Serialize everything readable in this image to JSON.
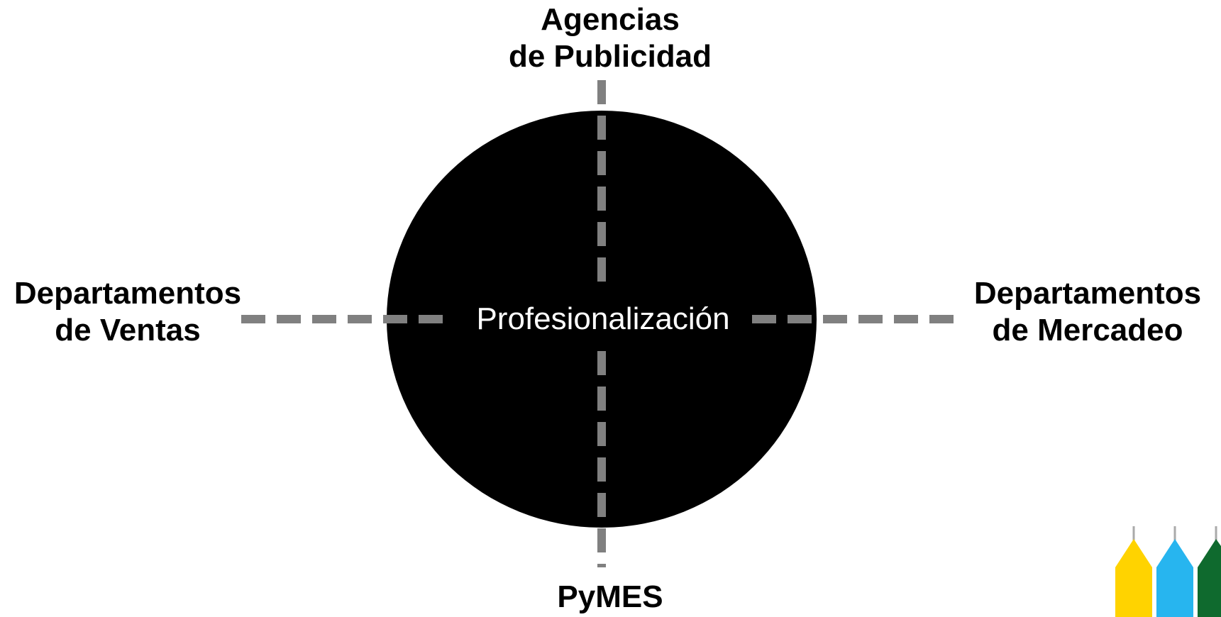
{
  "center": {
    "label": "Profesionalización"
  },
  "axes": {
    "top": {
      "lines": [
        "Agencias",
        "de Publicidad"
      ]
    },
    "bottom": {
      "lines": [
        "PyMES"
      ]
    },
    "left": {
      "lines": [
        "Departamentos",
        "de Ventas"
      ]
    },
    "right": {
      "lines": [
        "Departamentos",
        "de Mercadeo"
      ]
    }
  },
  "colors": {
    "circle": "#000000",
    "dash": "#808080",
    "center_text": "#ffffff",
    "logo_yellow": "#FFD300",
    "logo_blue": "#27B5EF",
    "logo_green": "#0F6A2E"
  },
  "logo": {
    "icon": "colored-pencils-logo"
  }
}
